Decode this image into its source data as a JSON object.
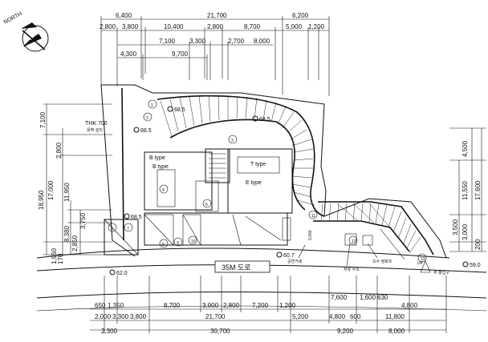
{
  "compass": {
    "label": "NORTH",
    "icon": "north-arrow-icon"
  },
  "dims_top": {
    "row1": [
      "6,400",
      "21,700",
      "6,200"
    ],
    "row2": [
      "2,800",
      "3,800",
      "10,400",
      "2,800",
      "8,700",
      "5,000",
      "1,200"
    ],
    "row3": [
      "7,100",
      "3,300",
      "2,700",
      "8,000"
    ],
    "row4": [
      "4,300",
      "9,700"
    ]
  },
  "dims_bottom": {
    "row1": [
      "650",
      "1,350",
      "8,700",
      "3,000",
      "2,800",
      "7,200",
      "1,200",
      "7,600",
      "1,600",
      "630",
      "4,800"
    ],
    "row2": [
      "2,000",
      "3,300",
      "3,800",
      "21,700",
      "5,200",
      "4,800",
      "600",
      "11,800"
    ],
    "row3": [
      "2,300",
      "30,700",
      "9,200",
      "8,000"
    ]
  },
  "dims_left": [
    "7,100",
    "2,800",
    "17,000",
    "18,950",
    "11,950",
    "8,380",
    "2,850",
    "3,750",
    "1,950",
    "170"
  ],
  "dims_right": [
    "4,500",
    "11,550",
    "17,600",
    "3,500",
    "3,000",
    "200"
  ],
  "labels": {
    "thk": "THK 700",
    "thk_sub": "옹벽 설치",
    "road": "35M 도로",
    "b_type_1": "B type",
    "b_type_2": "B type",
    "e_type": "E type",
    "t_type": "T type",
    "note1": "공연거세",
    "note2": "저류 수조",
    "note3": "오수 정화조",
    "note4": "주 출입구",
    "ped": "UP"
  },
  "levels": [
    "68.5",
    "68.5",
    "68.5",
    "68.5",
    "62.0",
    "60.7",
    "59.0"
  ],
  "markers": [
    "1",
    "2",
    "3",
    "4",
    "5",
    "6",
    "7",
    "8",
    "9",
    "10",
    "11",
    "12",
    "13"
  ]
}
